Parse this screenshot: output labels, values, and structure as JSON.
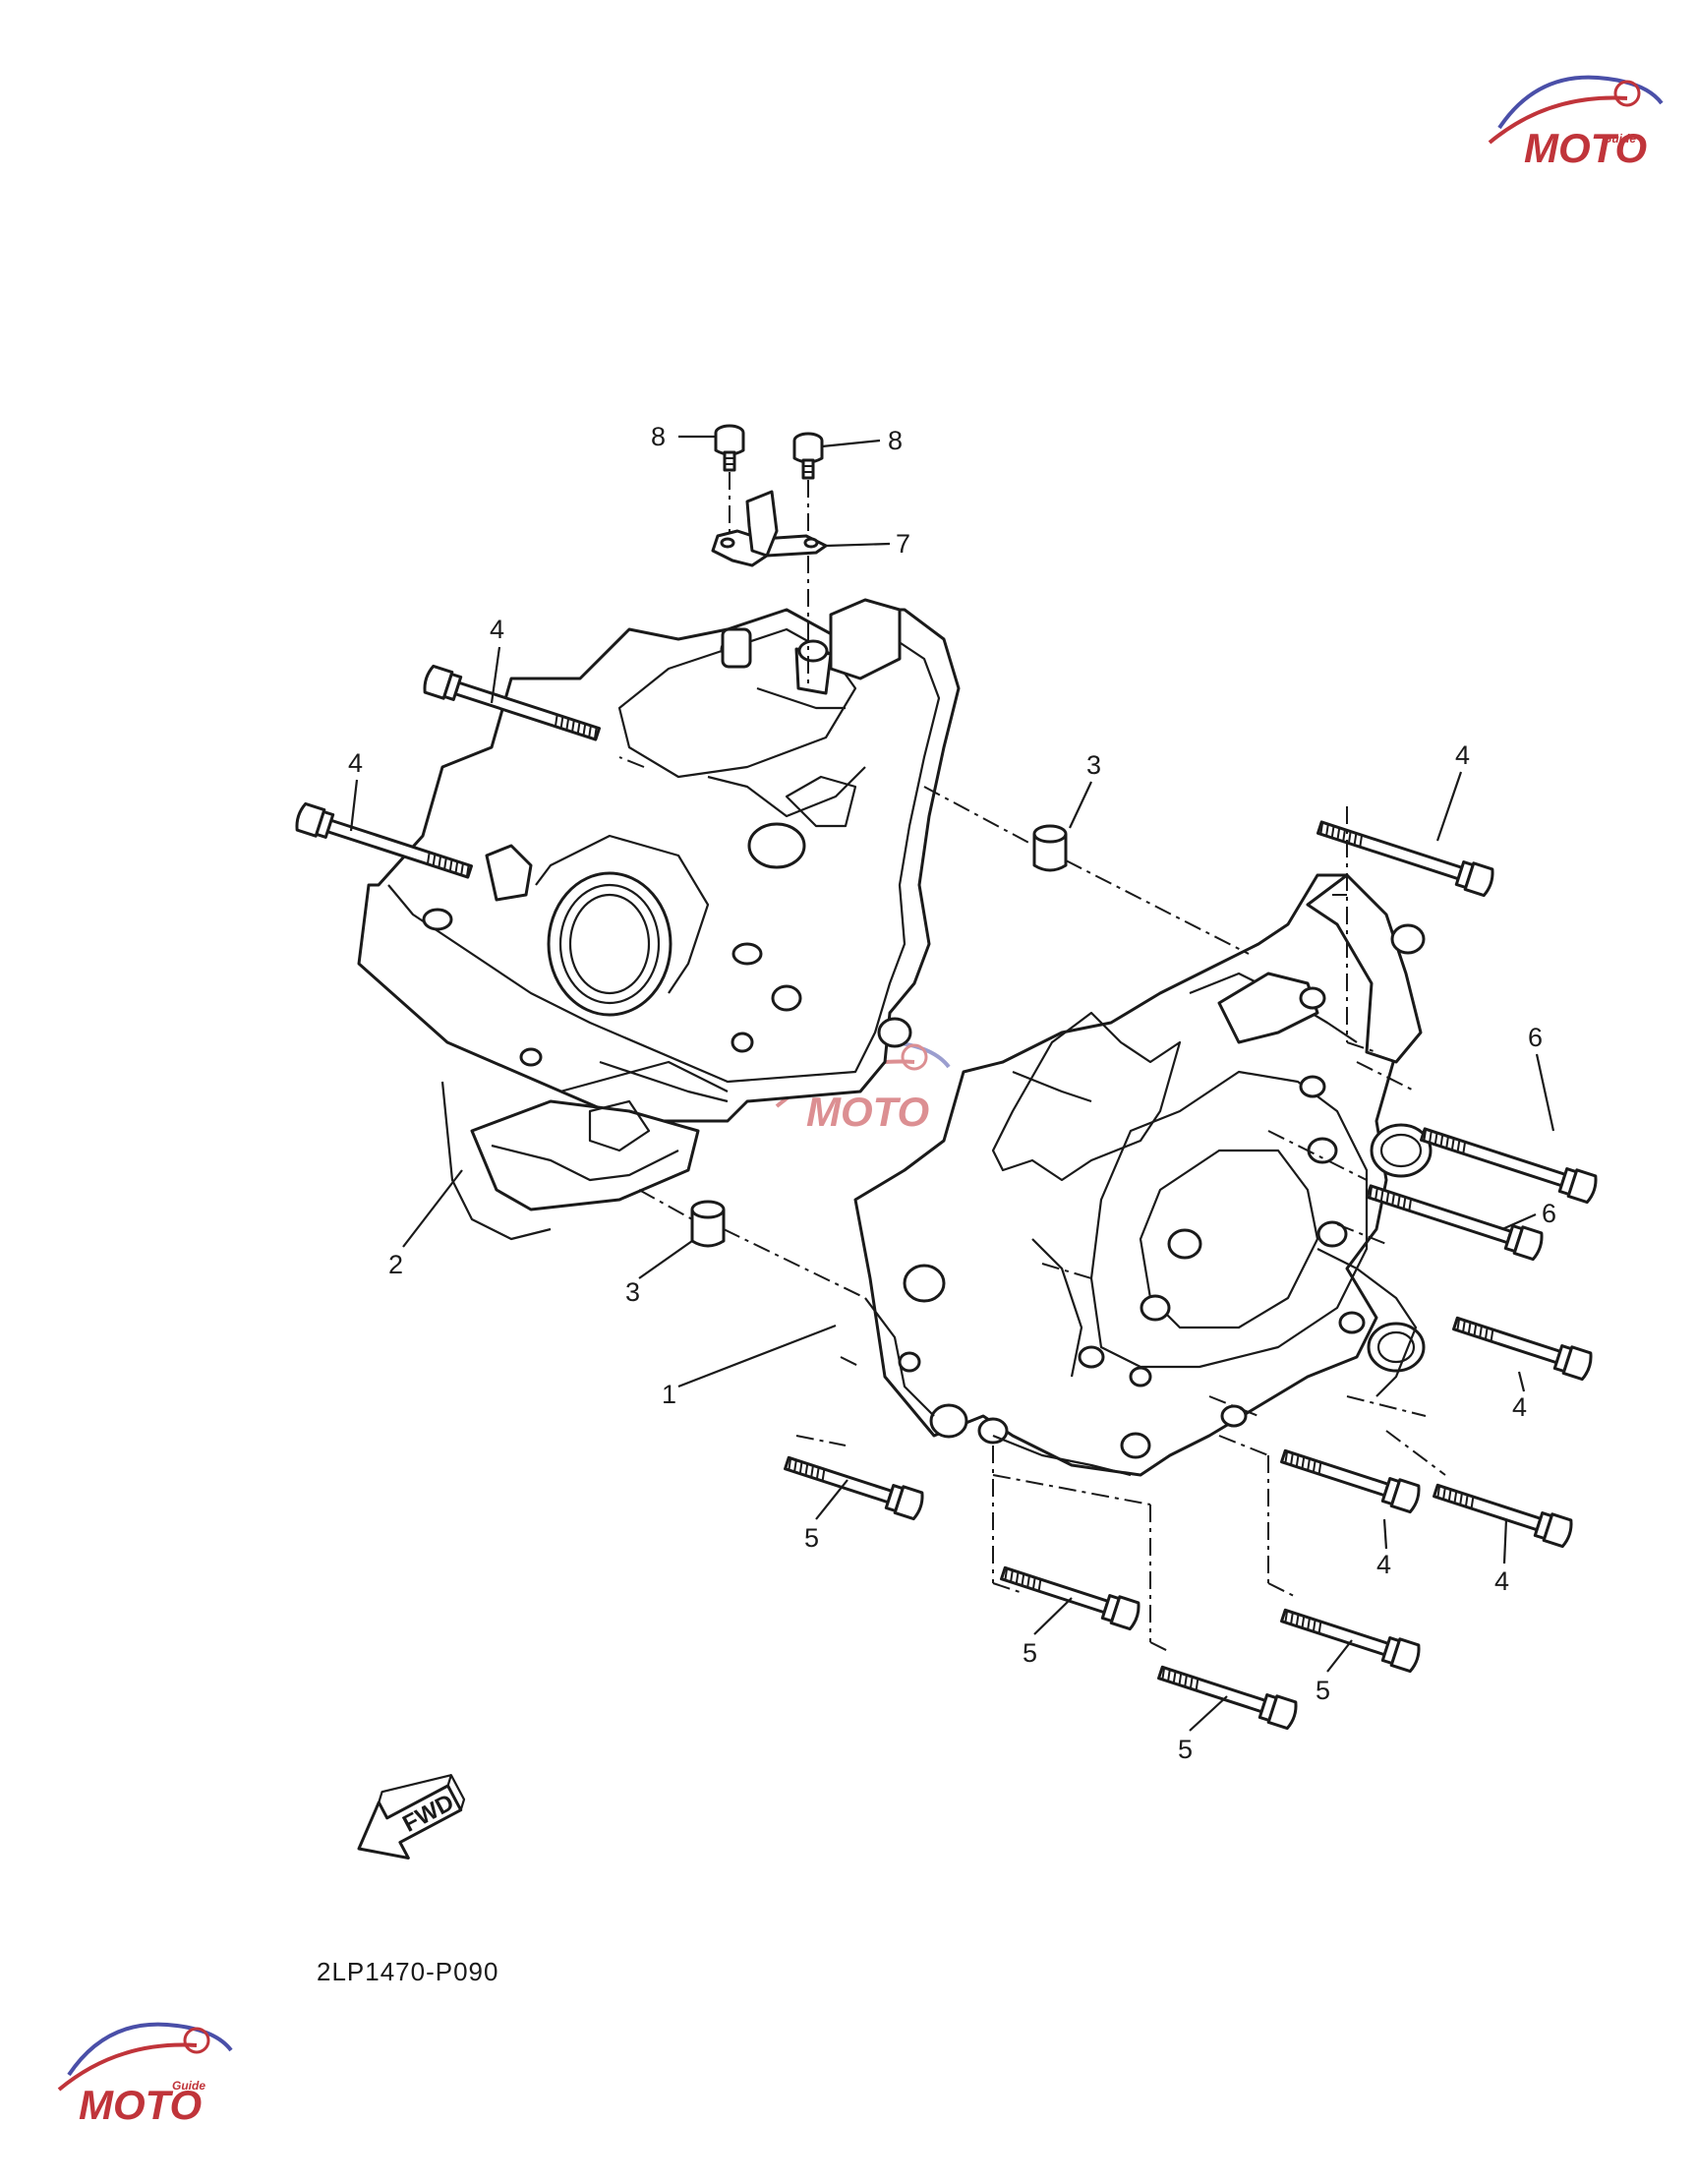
{
  "diagram": {
    "part_code": "2LP1470-P090",
    "fwd_label": "FWD",
    "callouts": [
      {
        "id": "c1",
        "label": "1"
      },
      {
        "id": "c2",
        "label": "2"
      },
      {
        "id": "c3a",
        "label": "3"
      },
      {
        "id": "c3b",
        "label": "3"
      },
      {
        "id": "c4a",
        "label": "4"
      },
      {
        "id": "c4b",
        "label": "4"
      },
      {
        "id": "c4c",
        "label": "4"
      },
      {
        "id": "c4d",
        "label": "4"
      },
      {
        "id": "c4e",
        "label": "4"
      },
      {
        "id": "c4f",
        "label": "4"
      },
      {
        "id": "c5a",
        "label": "5"
      },
      {
        "id": "c5b",
        "label": "5"
      },
      {
        "id": "c5c",
        "label": "5"
      },
      {
        "id": "c5d",
        "label": "5"
      },
      {
        "id": "c6a",
        "label": "6"
      },
      {
        "id": "c6b",
        "label": "6"
      },
      {
        "id": "c7",
        "label": "7"
      },
      {
        "id": "c8a",
        "label": "8"
      },
      {
        "id": "c8b",
        "label": "8"
      }
    ]
  },
  "watermark": {
    "text": "MOTO",
    "sub": "Guide",
    "color": "#c0343a",
    "accent": "#4a4fa8"
  }
}
